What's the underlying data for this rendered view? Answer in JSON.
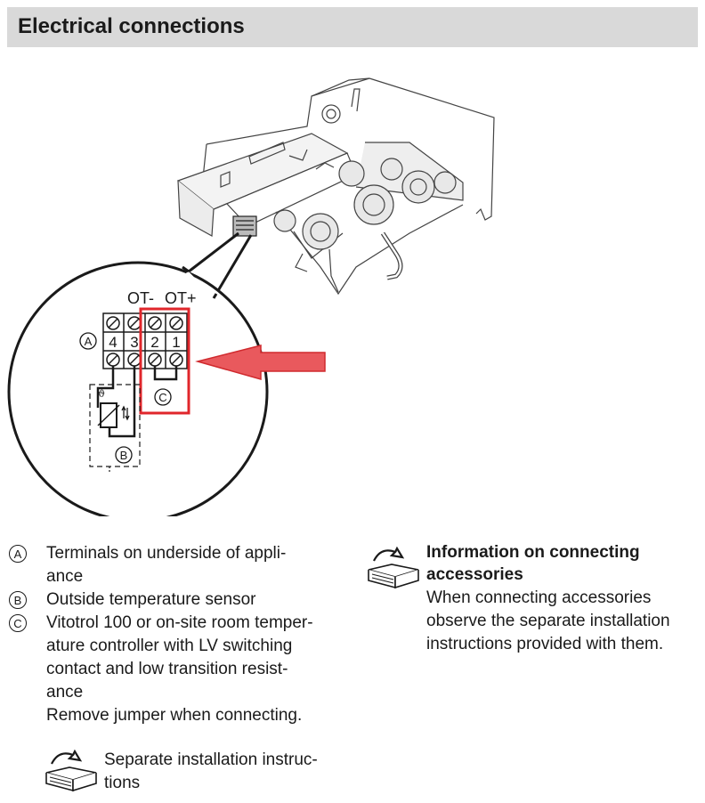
{
  "header": {
    "title": "Electrical connections"
  },
  "diagram": {
    "labels": {
      "ot_minus": "OT-",
      "ot_plus": "OT+",
      "terminal_4": "4",
      "terminal_3": "3",
      "terminal_2": "2",
      "terminal_1": "1",
      "marker_a": "A",
      "marker_b": "B",
      "marker_c": "C",
      "sensor_symbol": "ϑ"
    },
    "colors": {
      "highlight": "#e0262b",
      "arrow_fill": "#e9595d",
      "line": "#1a1a1a"
    }
  },
  "legend": {
    "items": [
      {
        "mark": "A",
        "lines": [
          "Terminals on underside of appli-",
          "ance"
        ]
      },
      {
        "mark": "B",
        "lines": [
          "Outside temperature sensor"
        ]
      },
      {
        "mark": "C",
        "lines": [
          "Vitotrol 100 or on-site room temper-",
          "ature controller with LV switching",
          "contact and low transition resist-",
          "ance",
          "Remove jumper when connecting."
        ]
      }
    ],
    "note": {
      "icon": "book-icon",
      "lines": [
        "Separate installation instruc-",
        "tions"
      ]
    }
  },
  "info": {
    "icon": "book-icon",
    "title_lines": [
      "Information on connecting",
      "accessories"
    ],
    "body_lines": [
      "When connecting accessories",
      "observe the separate installation",
      "instructions provided with them."
    ]
  }
}
